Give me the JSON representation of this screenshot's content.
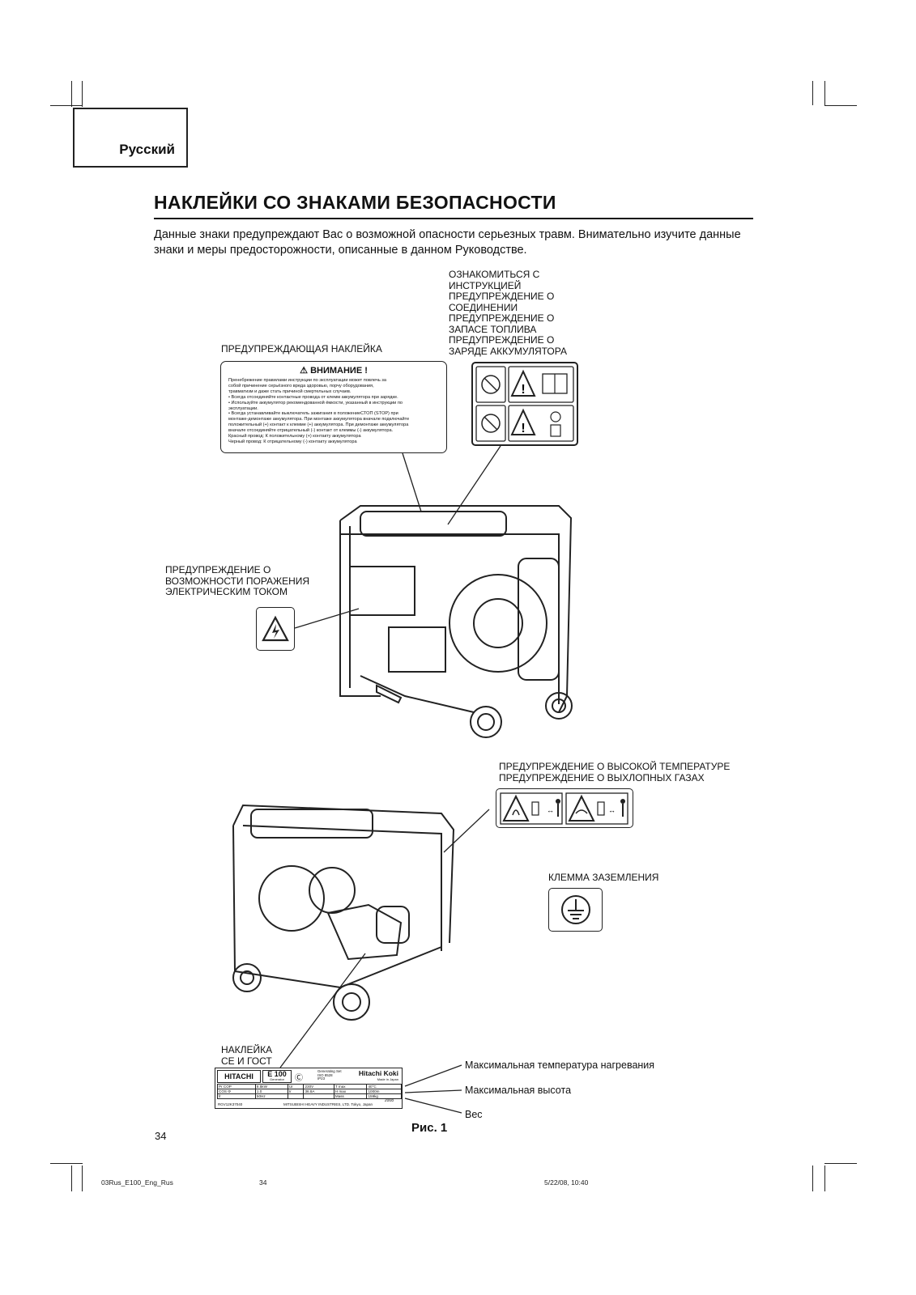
{
  "language_tab": "Русский",
  "title": "НАКЛЕЙКИ СО ЗНАКАМИ БЕЗОПАСНОСТИ",
  "intro": [
    "Данные знаки предупреждают Вас о возможной опасности серьезных травм. Внимательно изучите данные",
    "знаки и меры предосторожности, описанные в данном Руководстве."
  ],
  "labels": {
    "warning_label": "ПРЕДУПРЕЖДАЮЩАЯ НАКЛЕЙКА",
    "instructions_group": [
      "ОЗНАКОМИТЬСЯ С",
      "ИНСТРУКЦИЕЙ",
      "ПРЕДУПРЕЖДЕНИЕ О",
      "СОЕДИНЕНИИ",
      "ПРЕДУПРЕЖДЕНИЕ О",
      "ЗАПАСЕ ТОПЛИВА",
      "ПРЕДУПРЕЖДЕНИЕ О",
      "ЗАРЯДЕ АККУМУЛЯТОРА"
    ],
    "electric_shock": [
      "ПРЕДУПРЕЖДЕНИЕ О",
      "ВОЗМОЖНОСТИ ПОРАЖЕНИЯ",
      "ЭЛЕКТРИЧЕСКИМ ТОКОМ"
    ],
    "hot_exhaust": [
      "ПРЕДУПРЕЖДЕНИЕ О ВЫСОКОЙ ТЕМПЕРАТУРЕ",
      "ПРЕДУПРЕЖДЕНИЕ О ВЫХЛОПНЫХ ГАЗАХ"
    ],
    "ground_terminal": "КЛЕММА ЗАЗЕМЛЕНИЯ",
    "ce_gost": [
      "НАКЛЕЙКА",
      "СЕ И ГОСТ"
    ],
    "max_temp": "Максимальная температура нагревания",
    "max_altitude": "Максимальная высота",
    "weight": "Вес"
  },
  "warning_card": {
    "heading": "ВНИМАНИЕ !",
    "lines": [
      "Пренебрежение правилами инструкции по эксплуатации может повлечь за",
      "собой причинение серьёзного вреда здоровью, порчу оборудования,",
      "травматизм и даже стать причиной смертельных случаев.",
      "• Всегда отсоединяйте контактные провода от клемм аккумулятора при зарядке.",
      "• Используйте аккумулятор рекомендованной ёмкости, указанный в инструкции по",
      "  эксплуатации.",
      "• Всегда устанавливайте выключатель зажигания в положениеСТОП (STOP) при",
      "  монтаже-демонтаже аккумулятора. При монтаже аккумулятора вначале подключайте",
      "  положительный (+) контакт к клемме (+) аккумулятора. При демонтаже аккумулятора",
      "  вначале отсоединяйте отрицательный (-) контакт от клеммы (-) аккумулятора.",
      "Красный провод: К положительному (+) контакту аккумулятора",
      "Черный провод: К отрицательному (-) контакту аккумулятора"
    ]
  },
  "nameplate": {
    "brand": "HITACHI",
    "model": "E 100",
    "model_sub": "Generator",
    "std": [
      "Generating Set",
      "ISO 8528",
      "IP23"
    ],
    "maker_name": "Hitachi Koki",
    "made_in": "Made in Japan",
    "rows": [
      [
        "Pr COP",
        "8.5kW",
        "Ur",
        "230V",
        "T max",
        "40°C"
      ],
      [
        "COS Φ",
        "1.0",
        "Ir",
        "36.8A",
        "H max",
        "1000m"
      ],
      [
        "fr",
        "50Hz",
        "",
        "",
        "Mass",
        "159kg"
      ]
    ],
    "code": "RGV12K37040",
    "manufacturer_line": "MITSUBISHI HEAVY INDUSTRIES, LTD. Tokyo, Japan",
    "year": "2008"
  },
  "figure_caption": "Рис. 1",
  "page_number": "34",
  "footer": {
    "file": "03Rus_E100_Eng_Rus",
    "page": "34",
    "date": "5/22/08, 10:40"
  }
}
